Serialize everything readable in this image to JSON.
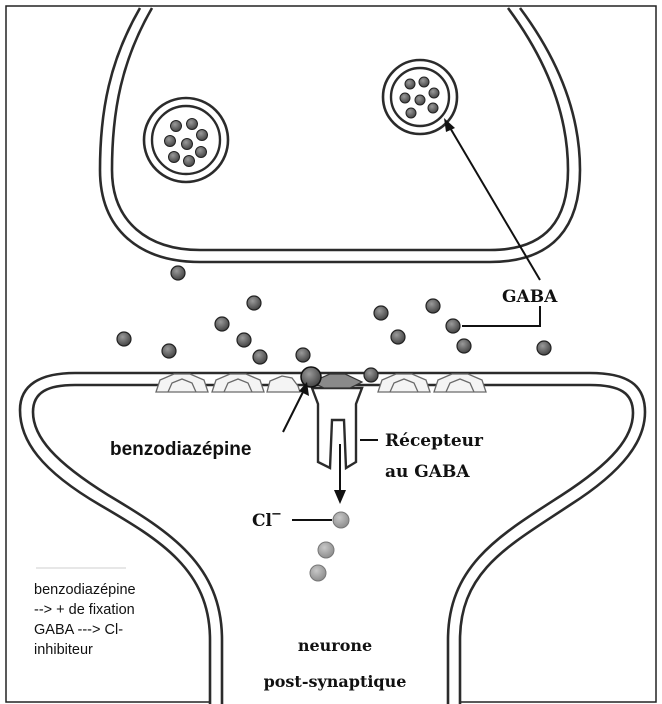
{
  "labels": {
    "gaba": "GABA",
    "benzodiazepine": "benzodiazépine",
    "recepteur_line1": "Récepteur",
    "recepteur_line2": "au GABA",
    "chloride": "Cl",
    "chloride_charge": "−",
    "neurone_line1": "neurone",
    "neurone_line2": "post-synaptique"
  },
  "note": {
    "lines": [
      "benzodiazépine",
      "--> + de fixation",
      "GABA ---> Cl-",
      "inhibiteur"
    ]
  },
  "colors": {
    "molecule": "#5a5a5a",
    "chloride_ion": "#a3a3a3",
    "outline": "#2b2b2b"
  }
}
